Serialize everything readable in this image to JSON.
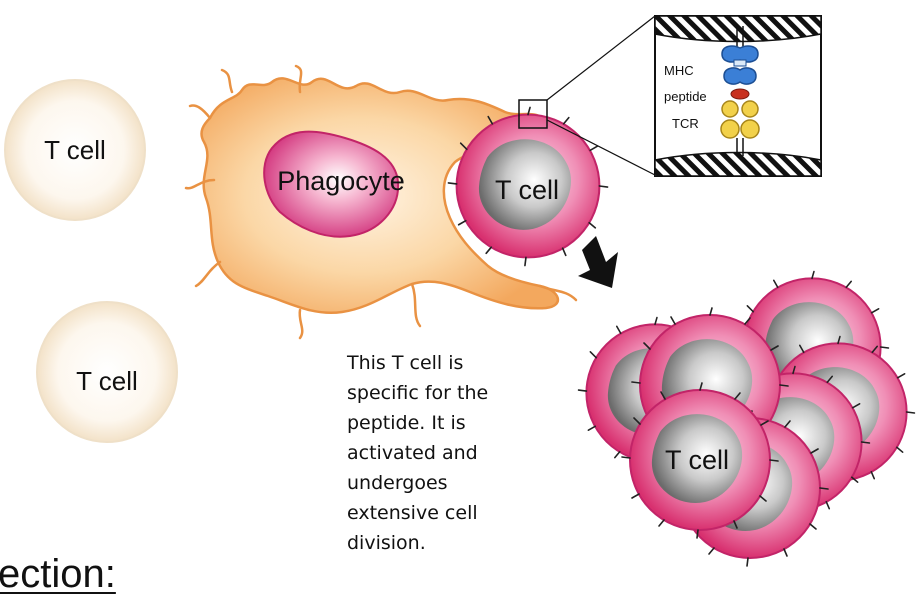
{
  "labels": {
    "t_cell_1": "T cell",
    "t_cell_2": "T cell",
    "t_cell_bound": "T cell",
    "t_cell_cluster": "T cell",
    "phagocyte": "Phagocyte"
  },
  "inset": {
    "mhc": "MHC",
    "peptide": "peptide",
    "tcr": "TCR"
  },
  "caption": "This T cell is specific for the peptide. It is activated and undergoes extensive cell division.",
  "section_heading": "ection:",
  "colors": {
    "naive_cell": "#fbf3e6",
    "phagocyte_body": "#f8c68a",
    "phagocyte_nucleus": "#d83a82",
    "activated_cell": "#e8558f",
    "mhc": "#3b7fd6",
    "peptide": "#c8301f",
    "tcr": "#f2d14a"
  },
  "icons": [
    "arrow-icon"
  ]
}
